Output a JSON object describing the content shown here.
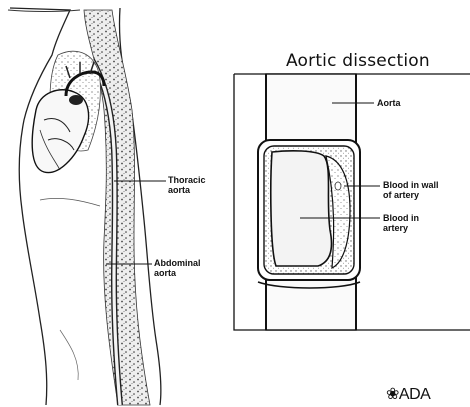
{
  "title": "Aortic dissection",
  "labels": {
    "thoracic_aorta": "Thoracic\naorta",
    "abdominal_aorta": "Abdominal\naorta",
    "aorta": "Aorta",
    "blood_in_wall": "Blood in wall\nof artery",
    "blood_in_artery": "Blood in\nartery"
  },
  "logo": {
    "symbol": "❀",
    "text": "ADA"
  }
}
